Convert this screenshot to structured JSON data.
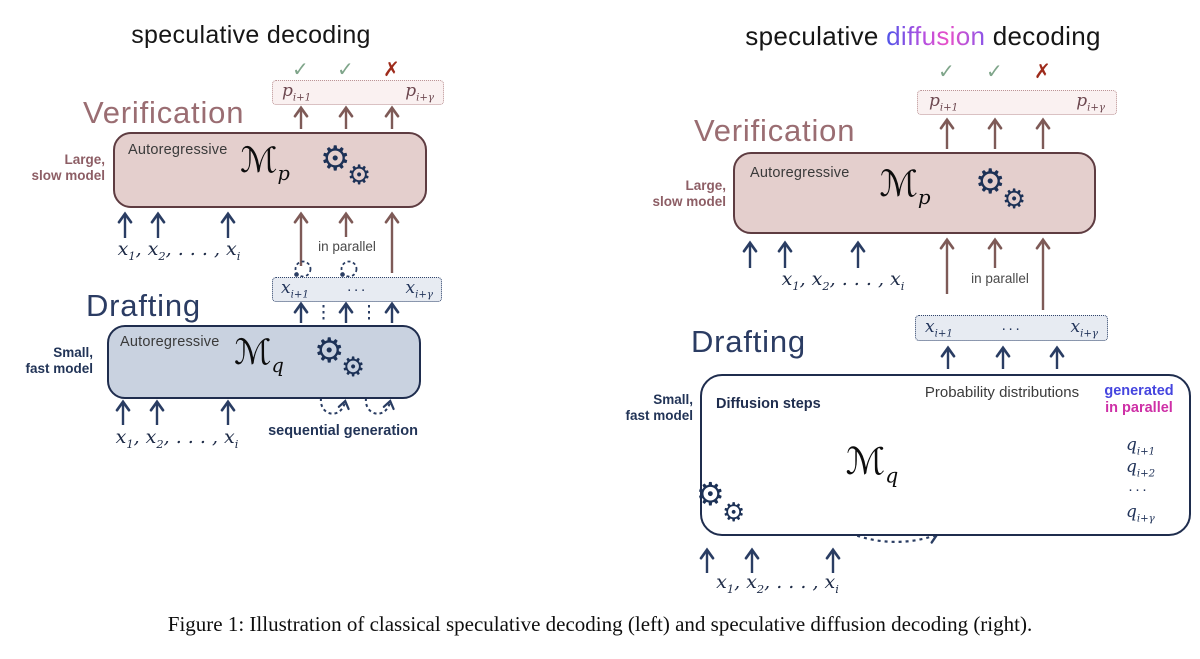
{
  "caption": "Figure 1: Illustration of classical speculative decoding (left) and speculative diffusion decoding (right).",
  "icons": {
    "gear": "⚙",
    "check": "✓",
    "cross": "✗",
    "down_right_arrow": "↘"
  },
  "colors": {
    "navy": "#2a3d63",
    "mauve_heading": "#9a6d72",
    "brown_arrow": "#7e5a57",
    "green_check": "#7fa58a",
    "red_cross": "#9e2b1b",
    "verify_box_fill": "#e4cfcd",
    "verify_box_border": "#5e3c41",
    "draft_box_fill": "#c9d2e0",
    "draft_box_border": "#1f2d4e",
    "p_box_fill": "#faf1f1",
    "x_box_fill": "#e7ebf2",
    "generated_blue": "#4545df",
    "in_parallel_pink": "#ce2fa6",
    "diffusion_gradient": [
      "#4f55e8",
      "#b44fe0",
      "#e850c8",
      "#8b55e8"
    ]
  },
  "left": {
    "title": "speculative decoding",
    "verification_heading": "Verification",
    "drafting_heading": "Drafting",
    "large_model_label": {
      "line1": "Large,",
      "line2": "slow model"
    },
    "small_model_label": {
      "line1": "Small,",
      "line2": "fast model"
    },
    "marks": {
      "accept1": "✓",
      "accept2": "✓",
      "reject": "✗"
    },
    "p_tokens": {
      "t1b": "p",
      "t1s": "i+1",
      "t2b": "p",
      "t2s": "i+γ"
    },
    "x_tokens": {
      "t1b": "x",
      "t1s": "i+1",
      "dots": "···",
      "t2b": "x",
      "t2s": "i+γ"
    },
    "in_parallel": "in parallel",
    "sequential_generation": "sequential generation",
    "verify_box": {
      "mode": "Autoregressive",
      "model_base": "ℳ",
      "model_sub": "p"
    },
    "draft_box": {
      "mode": "Autoregressive",
      "model_base": "ℳ",
      "model_sub": "q"
    },
    "inputs": {
      "b1": "x",
      "s1": "1",
      "c1": ", ",
      "b2": "x",
      "s2": "2",
      "c2": ", . . . , ",
      "b3": "x",
      "s3": "i"
    }
  },
  "right": {
    "title_pre": "speculative ",
    "title_mid": "diffusion",
    "title_post": " decoding",
    "verification_heading": "Verification",
    "drafting_heading": "Drafting",
    "large_model_label": {
      "line1": "Large,",
      "line2": "slow model"
    },
    "small_model_label": {
      "line1": "Small,",
      "line2": "fast model"
    },
    "marks": {
      "accept1": "✓",
      "accept2": "✓",
      "reject": "✗"
    },
    "p_tokens": {
      "t1b": "p",
      "t1s": "i+1",
      "t2b": "p",
      "t2s": "i+γ"
    },
    "x_tokens": {
      "t1b": "x",
      "t1s": "i+1",
      "dots": "···",
      "t2b": "x",
      "t2s": "i+γ"
    },
    "in_parallel": "in parallel",
    "verify_box": {
      "mode": "Autoregressive",
      "model_base": "ℳ",
      "model_sub": "p"
    },
    "draft_box": {
      "diffusion_steps": "Diffusion steps",
      "prob_dist": "Probability distributions",
      "generated_line1": "generated",
      "generated_line2": "in parallel",
      "model_base": "ℳ",
      "model_sub": "q",
      "q_labels": [
        {
          "b": "q",
          "s": "i+1"
        },
        {
          "b": "q",
          "s": "i+2"
        },
        {
          "dots": "···"
        },
        {
          "b": "q",
          "s": "i+γ"
        }
      ]
    },
    "inputs": {
      "b1": "x",
      "s1": "1",
      "c1": ", ",
      "b2": "x",
      "s2": "2",
      "c2": ", . . . , ",
      "b3": "x",
      "s3": "i"
    }
  }
}
